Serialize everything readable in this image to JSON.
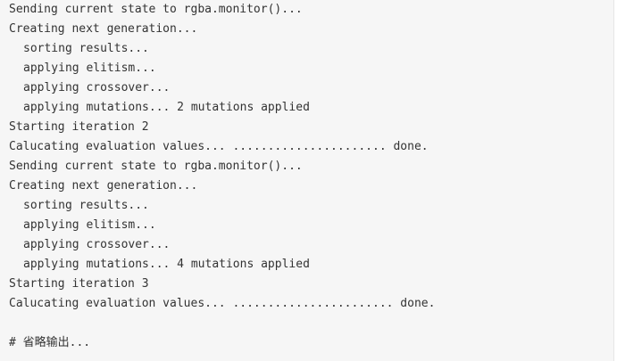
{
  "console": {
    "lines": [
      {
        "indent": 0,
        "text": "Sending current state to rgba.monitor()..."
      },
      {
        "indent": 0,
        "text": "Creating next generation..."
      },
      {
        "indent": 1,
        "text": "sorting results..."
      },
      {
        "indent": 1,
        "text": "applying elitism..."
      },
      {
        "indent": 1,
        "text": "applying crossover..."
      },
      {
        "indent": 1,
        "text": "applying mutations... 2 mutations applied"
      },
      {
        "indent": 0,
        "text": "Starting iteration 2"
      },
      {
        "indent": 0,
        "text": "Calucating evaluation values... ...................... done."
      },
      {
        "indent": 0,
        "text": "Sending current state to rgba.monitor()..."
      },
      {
        "indent": 0,
        "text": "Creating next generation..."
      },
      {
        "indent": 1,
        "text": "sorting results..."
      },
      {
        "indent": 1,
        "text": "applying elitism..."
      },
      {
        "indent": 1,
        "text": "applying crossover..."
      },
      {
        "indent": 1,
        "text": "applying mutations... 4 mutations applied"
      },
      {
        "indent": 0,
        "text": "Starting iteration 3"
      },
      {
        "indent": 0,
        "text": "Calucating evaluation values... ....................... done."
      },
      {
        "indent": 0,
        "text": ""
      },
      {
        "indent": 0,
        "text": "# 省略输出..."
      }
    ]
  }
}
